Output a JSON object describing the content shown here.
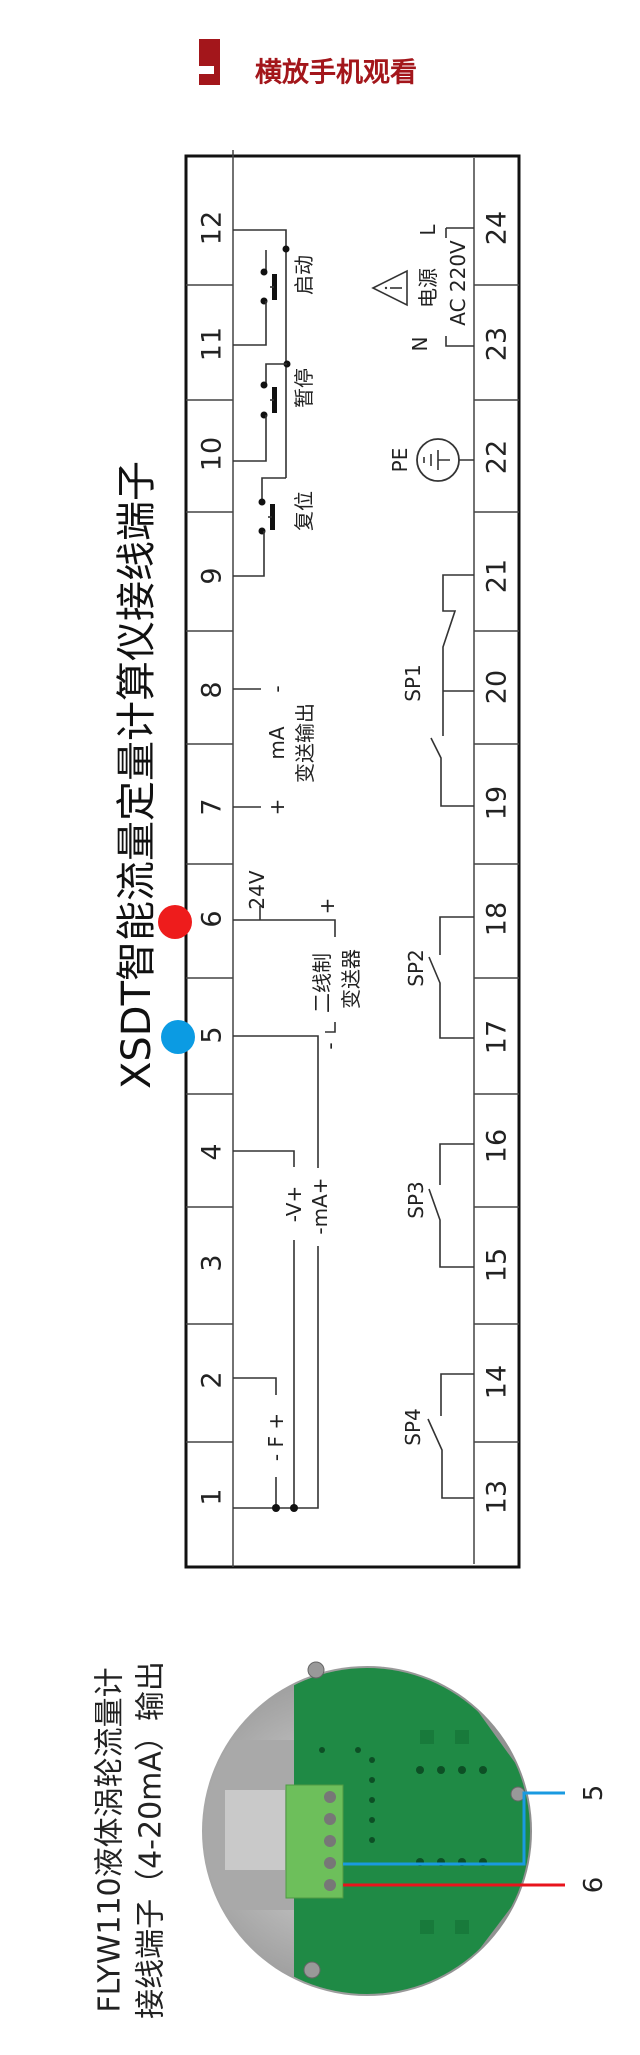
{
  "header": {
    "notice": "横放手机观看",
    "icon": "phone-rotate-icon",
    "color": "#a3161b"
  },
  "diagram": {
    "title": "XSDT智能流量定量计算仪接线端子",
    "left_terminals": [
      "1",
      "2",
      "3",
      "4",
      "5",
      "6",
      "7",
      "8",
      "9",
      "10",
      "11",
      "12"
    ],
    "right_terminals": [
      "13",
      "14",
      "15",
      "16",
      "17",
      "18",
      "19",
      "20",
      "21",
      "22",
      "23",
      "24"
    ],
    "buttons": {
      "start": "启动",
      "pause": "暂停",
      "reset": "复位"
    },
    "power": {
      "label": "电源",
      "l": "L",
      "n": "N",
      "voltage": "AC 220V",
      "pe": "PE"
    },
    "transmit_output": {
      "unit": "mA",
      "label": "变送输出",
      "plus": "+",
      "minus": "-"
    },
    "supply": "24V",
    "two_wire": {
      "line1": "二线制",
      "line2": "变送器",
      "plus": "+",
      "minus": "-"
    },
    "inputs": {
      "v": "-V+",
      "ma": "-mA+",
      "f": "- F +"
    },
    "relays": [
      "SP1",
      "SP2",
      "SP3",
      "SP4"
    ],
    "markers": {
      "red": "#ee1c1c",
      "blue": "#0b9be3"
    }
  },
  "photo": {
    "caption_line1": "FLYW110液体涡轮流量计",
    "caption_line2": "接线端子（4-20mA）输出",
    "wire_labels": {
      "blue": "5",
      "red": "6"
    },
    "wire_colors": {
      "blue": "#1a9ae0",
      "red": "#e8141c"
    }
  }
}
